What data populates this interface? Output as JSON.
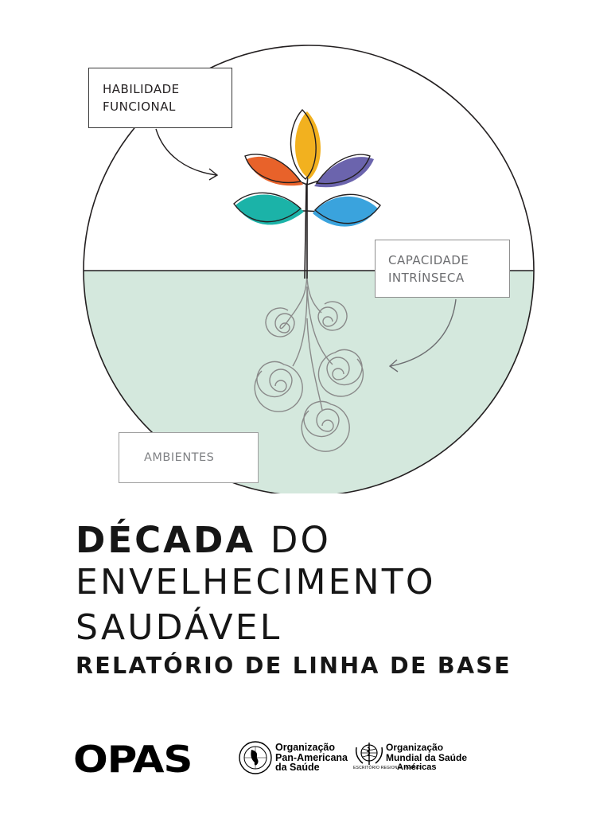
{
  "diagram": {
    "labels": {
      "habilidade": [
        "HABILIDADE",
        "FUNCIONAL"
      ],
      "capacidade": [
        "CAPACIDADE",
        "INTRÍNSECA"
      ],
      "ambientes": "AMBIENTES"
    },
    "colors": {
      "ground": "#d4e8dd",
      "outline": "#231f20",
      "leaf_yellow": "#f2b11f",
      "leaf_orange": "#e8622a",
      "leaf_purple": "#6b64ad",
      "leaf_teal": "#1bb3a8",
      "leaf_blue": "#3aa3dd",
      "roots": "#8a8a8a"
    }
  },
  "title": {
    "bold": "DÉCADA",
    "light": "DO",
    "line2": "ENVELHECIMENTO",
    "line3": "SAUDÁVEL",
    "subtitle": "RELATÓRIO DE LINHA DE BASE"
  },
  "logos": {
    "opas": "OPAS",
    "paho": [
      "Organização",
      "Pan-Americana",
      "da Saúde"
    ],
    "who": [
      "Organização",
      "Mundial da Saúde"
    ],
    "who_region": "Américas",
    "who_small": "ESCRITÓRIO REGIONAL PARA AS"
  }
}
